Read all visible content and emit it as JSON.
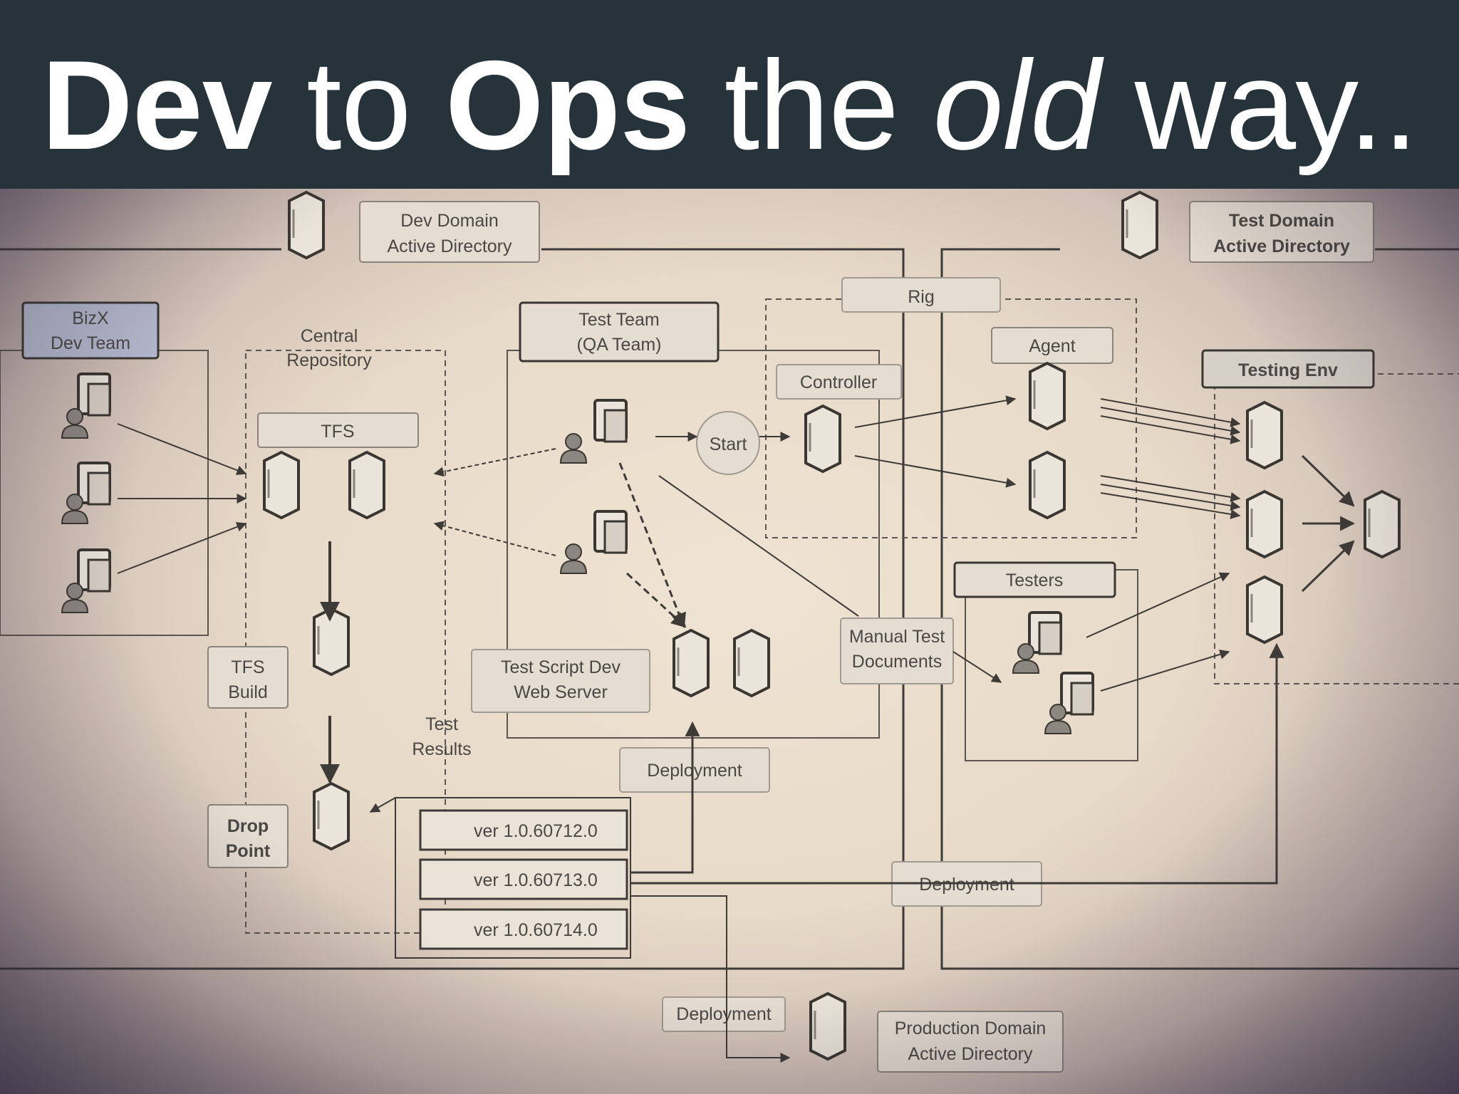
{
  "title": {
    "part1": "Dev",
    "part2": " to ",
    "part3": "Ops",
    "part4": " the ",
    "part5": "old",
    "part6": " way.."
  },
  "diagram": {
    "dev_domain": [
      "Dev Domain",
      "Active Directory"
    ],
    "test_domain": [
      "Test Domain",
      "Active Directory"
    ],
    "prod_domain": [
      "Production Domain",
      "Active Directory"
    ],
    "bizx_team": [
      "BizX",
      "Dev Team"
    ],
    "central_repo": [
      "Central",
      "Repository"
    ],
    "tfs": "TFS",
    "tfs_build": [
      "TFS",
      "Build"
    ],
    "drop_point": [
      "Drop",
      "Point"
    ],
    "test_results": [
      "Test",
      "Results"
    ],
    "test_team": [
      "Test Team",
      "(QA Team)"
    ],
    "start": "Start",
    "test_script": [
      "Test Script Dev",
      "Web Server"
    ],
    "rig": "Rig",
    "controller": "Controller",
    "agent": "Agent",
    "testing_env": "Testing Env",
    "testers": "Testers",
    "manual_test": [
      "Manual Test",
      "Documents"
    ],
    "deployment_1": "Deployment",
    "deployment_2": "Deployment",
    "deployment_3": "Deployment",
    "versions": [
      "ver 1.0.60712.0",
      "ver 1.0.60713.0",
      "ver 1.0.60714.0"
    ]
  },
  "colors": {
    "header_bg": "#27333b",
    "title_text": "#ffffff",
    "line": "#3e3a38",
    "label_box": "#e4dbd0"
  }
}
